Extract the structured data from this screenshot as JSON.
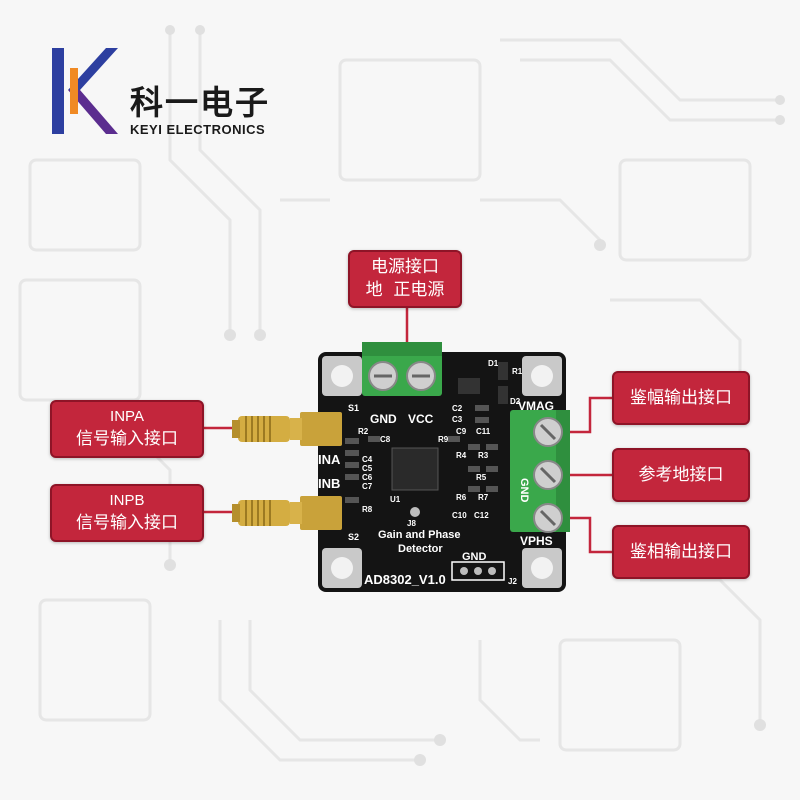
{
  "brand": {
    "name_cn": "科一电子",
    "name_en": "KEYI ELECTRONICS",
    "colors": {
      "primary": "#2d3fa0",
      "accent": "#f08a24",
      "purple": "#5b2d8f"
    }
  },
  "callouts": {
    "power": {
      "line1": "电源接口",
      "line2": "地  正电源"
    },
    "inpa": {
      "line1": "INPA",
      "line2": "信号输入接口"
    },
    "inpb": {
      "line1": "INPB",
      "line2": "信号输入接口"
    },
    "vmag": "鉴幅输出接口",
    "gnd": "参考地接口",
    "vphs": "鉴相输出接口",
    "color": "#c3263c"
  },
  "board": {
    "model": "AD8302_V1.0",
    "title_line1": "Gain and Phase",
    "title_line2": "Detector",
    "labels": {
      "gnd_top": "GND",
      "vcc": "VCC",
      "vmag": "VMAG",
      "gnd_side": "GND",
      "vphs": "VPHS",
      "ina": "INA",
      "inb": "INB",
      "gnd_bottom": "GND",
      "j8": "J8",
      "j2": "J2",
      "s1": "S1",
      "s2": "S2",
      "d1": "D1",
      "d2": "D2",
      "r1": "R1",
      "u1": "U1",
      "r2": "R2",
      "c8": "C8",
      "r9": "R9",
      "c2": "C2",
      "c3": "C3",
      "c9": "C9",
      "c11": "C11",
      "r4": "R4",
      "r3": "R3",
      "r5": "R5",
      "r6": "R6",
      "r7": "R7",
      "c10": "C10",
      "c12": "C12",
      "c4": "C4",
      "c5": "C5",
      "c6": "C6",
      "c7": "C7",
      "r8": "R8"
    },
    "colors": {
      "pcb": "#141414",
      "terminal": "#3aa84b",
      "sma_gold": "#c9a23a"
    }
  }
}
